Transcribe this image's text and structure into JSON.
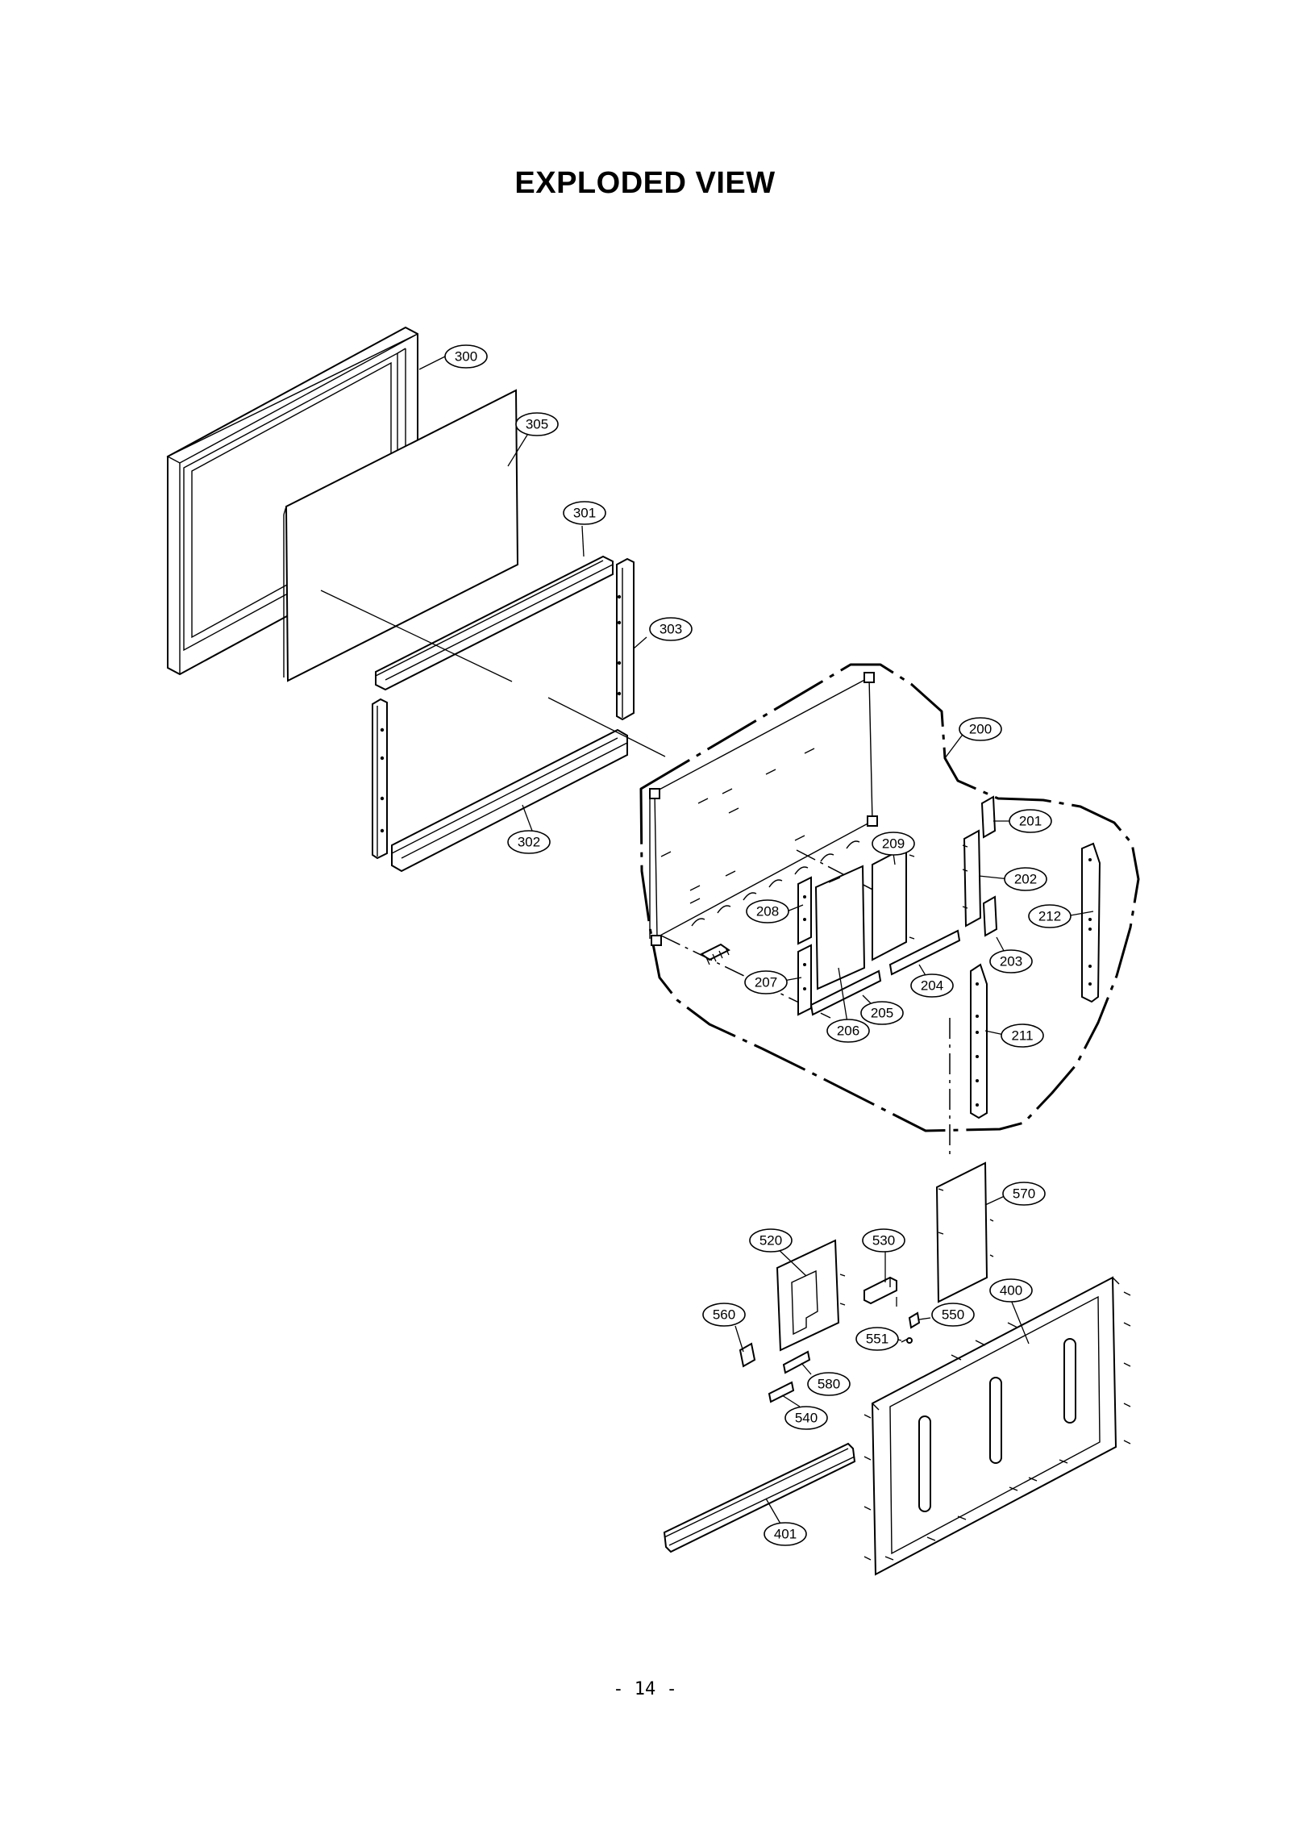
{
  "header": {
    "title": "EXPLODED VIEW"
  },
  "footer": {
    "page_number": "- 14 -"
  },
  "diagram": {
    "callouts": [
      {
        "id": "300",
        "label": "300"
      },
      {
        "id": "305",
        "label": "305"
      },
      {
        "id": "301",
        "label": "301"
      },
      {
        "id": "303",
        "label": "303"
      },
      {
        "id": "302",
        "label": "302"
      },
      {
        "id": "200",
        "label": "200"
      },
      {
        "id": "201",
        "label": "201"
      },
      {
        "id": "202",
        "label": "202"
      },
      {
        "id": "212",
        "label": "212"
      },
      {
        "id": "203",
        "label": "203"
      },
      {
        "id": "209",
        "label": "209"
      },
      {
        "id": "208",
        "label": "208"
      },
      {
        "id": "207",
        "label": "207"
      },
      {
        "id": "204",
        "label": "204"
      },
      {
        "id": "205",
        "label": "205"
      },
      {
        "id": "206",
        "label": "206"
      },
      {
        "id": "211",
        "label": "211"
      },
      {
        "id": "570",
        "label": "570"
      },
      {
        "id": "520",
        "label": "520"
      },
      {
        "id": "530",
        "label": "530"
      },
      {
        "id": "400",
        "label": "400"
      },
      {
        "id": "560",
        "label": "560"
      },
      {
        "id": "550",
        "label": "550"
      },
      {
        "id": "551",
        "label": "551"
      },
      {
        "id": "580",
        "label": "580"
      },
      {
        "id": "540",
        "label": "540"
      },
      {
        "id": "401",
        "label": "401"
      }
    ]
  }
}
